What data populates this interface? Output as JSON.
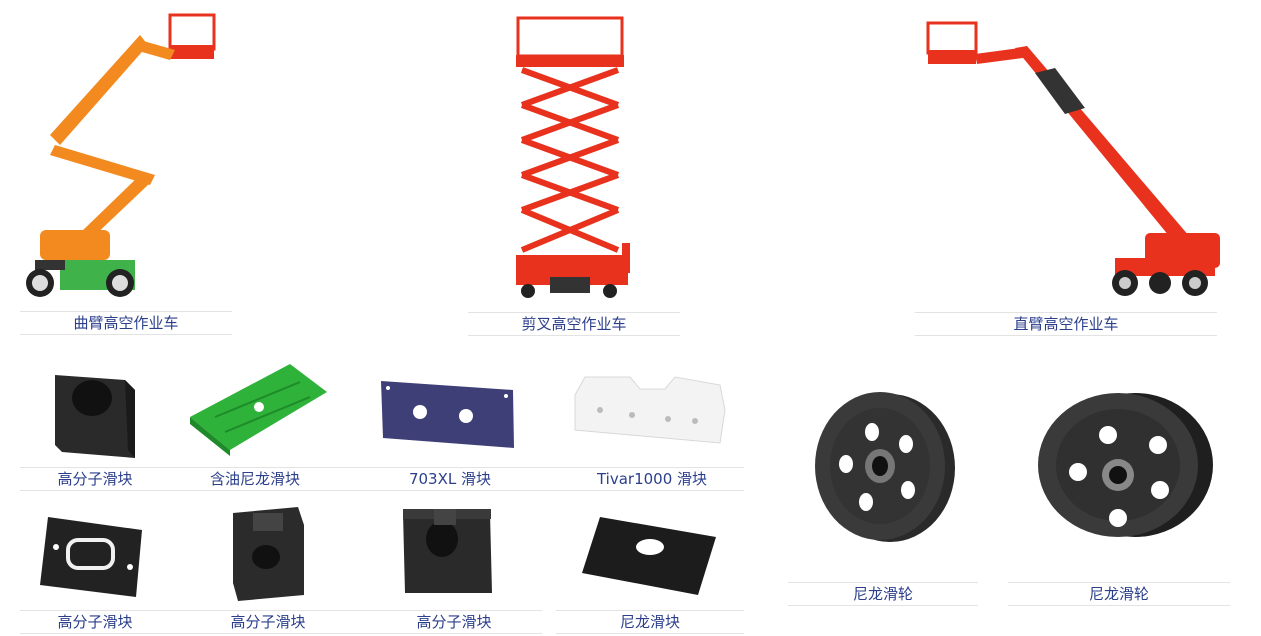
{
  "machines": [
    {
      "label": "曲臂高空作业车",
      "icon": "articulating-boom-lift"
    },
    {
      "label": "剪叉高空作业车",
      "icon": "scissor-lift"
    },
    {
      "label": "直臂高空作业车",
      "icon": "telescopic-boom-lift"
    }
  ],
  "parts_row1": [
    {
      "label": "高分子滑块",
      "icon": "black-block-slider"
    },
    {
      "label": "含油尼龙滑块",
      "icon": "green-plate-slider"
    },
    {
      "label": "703XL 滑块",
      "icon": "purple-bar-slider"
    },
    {
      "label": "Tivar1000 滑块",
      "icon": "white-slider"
    }
  ],
  "parts_row2": [
    {
      "label": "高分子滑块",
      "icon": "black-plate-slider"
    },
    {
      "label": "高分子滑块",
      "icon": "black-notched-block"
    },
    {
      "label": "高分子滑块",
      "icon": "black-bore-block"
    },
    {
      "label": "尼龙滑块",
      "icon": "black-flat-slider"
    }
  ],
  "pulleys": [
    {
      "label": "尼龙滑轮",
      "icon": "nylon-pulley"
    },
    {
      "label": "尼龙滑轮",
      "icon": "nylon-pulley"
    }
  ],
  "colors": {
    "caption": "#2b3f8c",
    "orange": "#f28a1f",
    "red": "#e8321e",
    "green": "#3fb24a"
  }
}
